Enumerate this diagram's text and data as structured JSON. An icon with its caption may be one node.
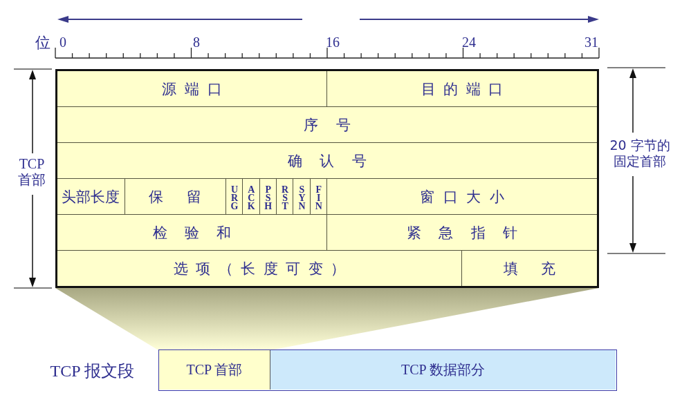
{
  "diagram": {
    "nodes": [
      {
        "text": [],
        "shape": "box"
      },
      {
        "text": [
          "源端口"
        ],
        "in": 0
      },
      {
        "text": [
          "目的端口"
        ],
        "in": 0
      },
      {
        "text": [
          "序号"
        ],
        "in": 0
      },
      {
        "text": [
          "确认号"
        ],
        "in": 0
      },
      {
        "text": [
          "头部长度"
        ],
        "in": 0
      },
      {
        "text": [
          "保留"
        ],
        "in": 0
      },
      {
        "text": [
          "URG"
        ],
        "in": 0
      },
      {
        "text": [
          "ACK"
        ],
        "in": 0
      },
      {
        "text": [
          "PSH"
        ],
        "in": 0
      },
      {
        "text": [
          "RST"
        ],
        "in": 0
      },
      {
        "text": [
          "SYN"
        ],
        "in": 0
      },
      {
        "text": [
          "FIN"
        ],
        "in": 0
      },
      {
        "text": [
          "窗口大小"
        ],
        "in": 0
      },
      {
        "text": [
          "检验和"
        ],
        "in": 0
      },
      {
        "text": [
          "紧急指针"
        ],
        "in": 0
      },
      {
        "text": [
          "选项（长度可变）"
        ],
        "in": 0
      },
      {
        "text": [
          "填充"
        ],
        "in": 0
      },
      {
        "text": [],
        "shape": "trapezoid"
      },
      {
        "text": [
          "TCP 报文段"
        ]
      },
      {
        "text": [
          "TCP 首部"
        ],
        "in": 19
      },
      {
        "text": [
          "TCP 数据部分"
        ],
        "in": 19
      }
    ],
    "labels": [
      "位",
      "0",
      "8",
      "16",
      "24",
      "31",
      "TCP 首部",
      "20 字节的固定首部"
    ]
  }
}
